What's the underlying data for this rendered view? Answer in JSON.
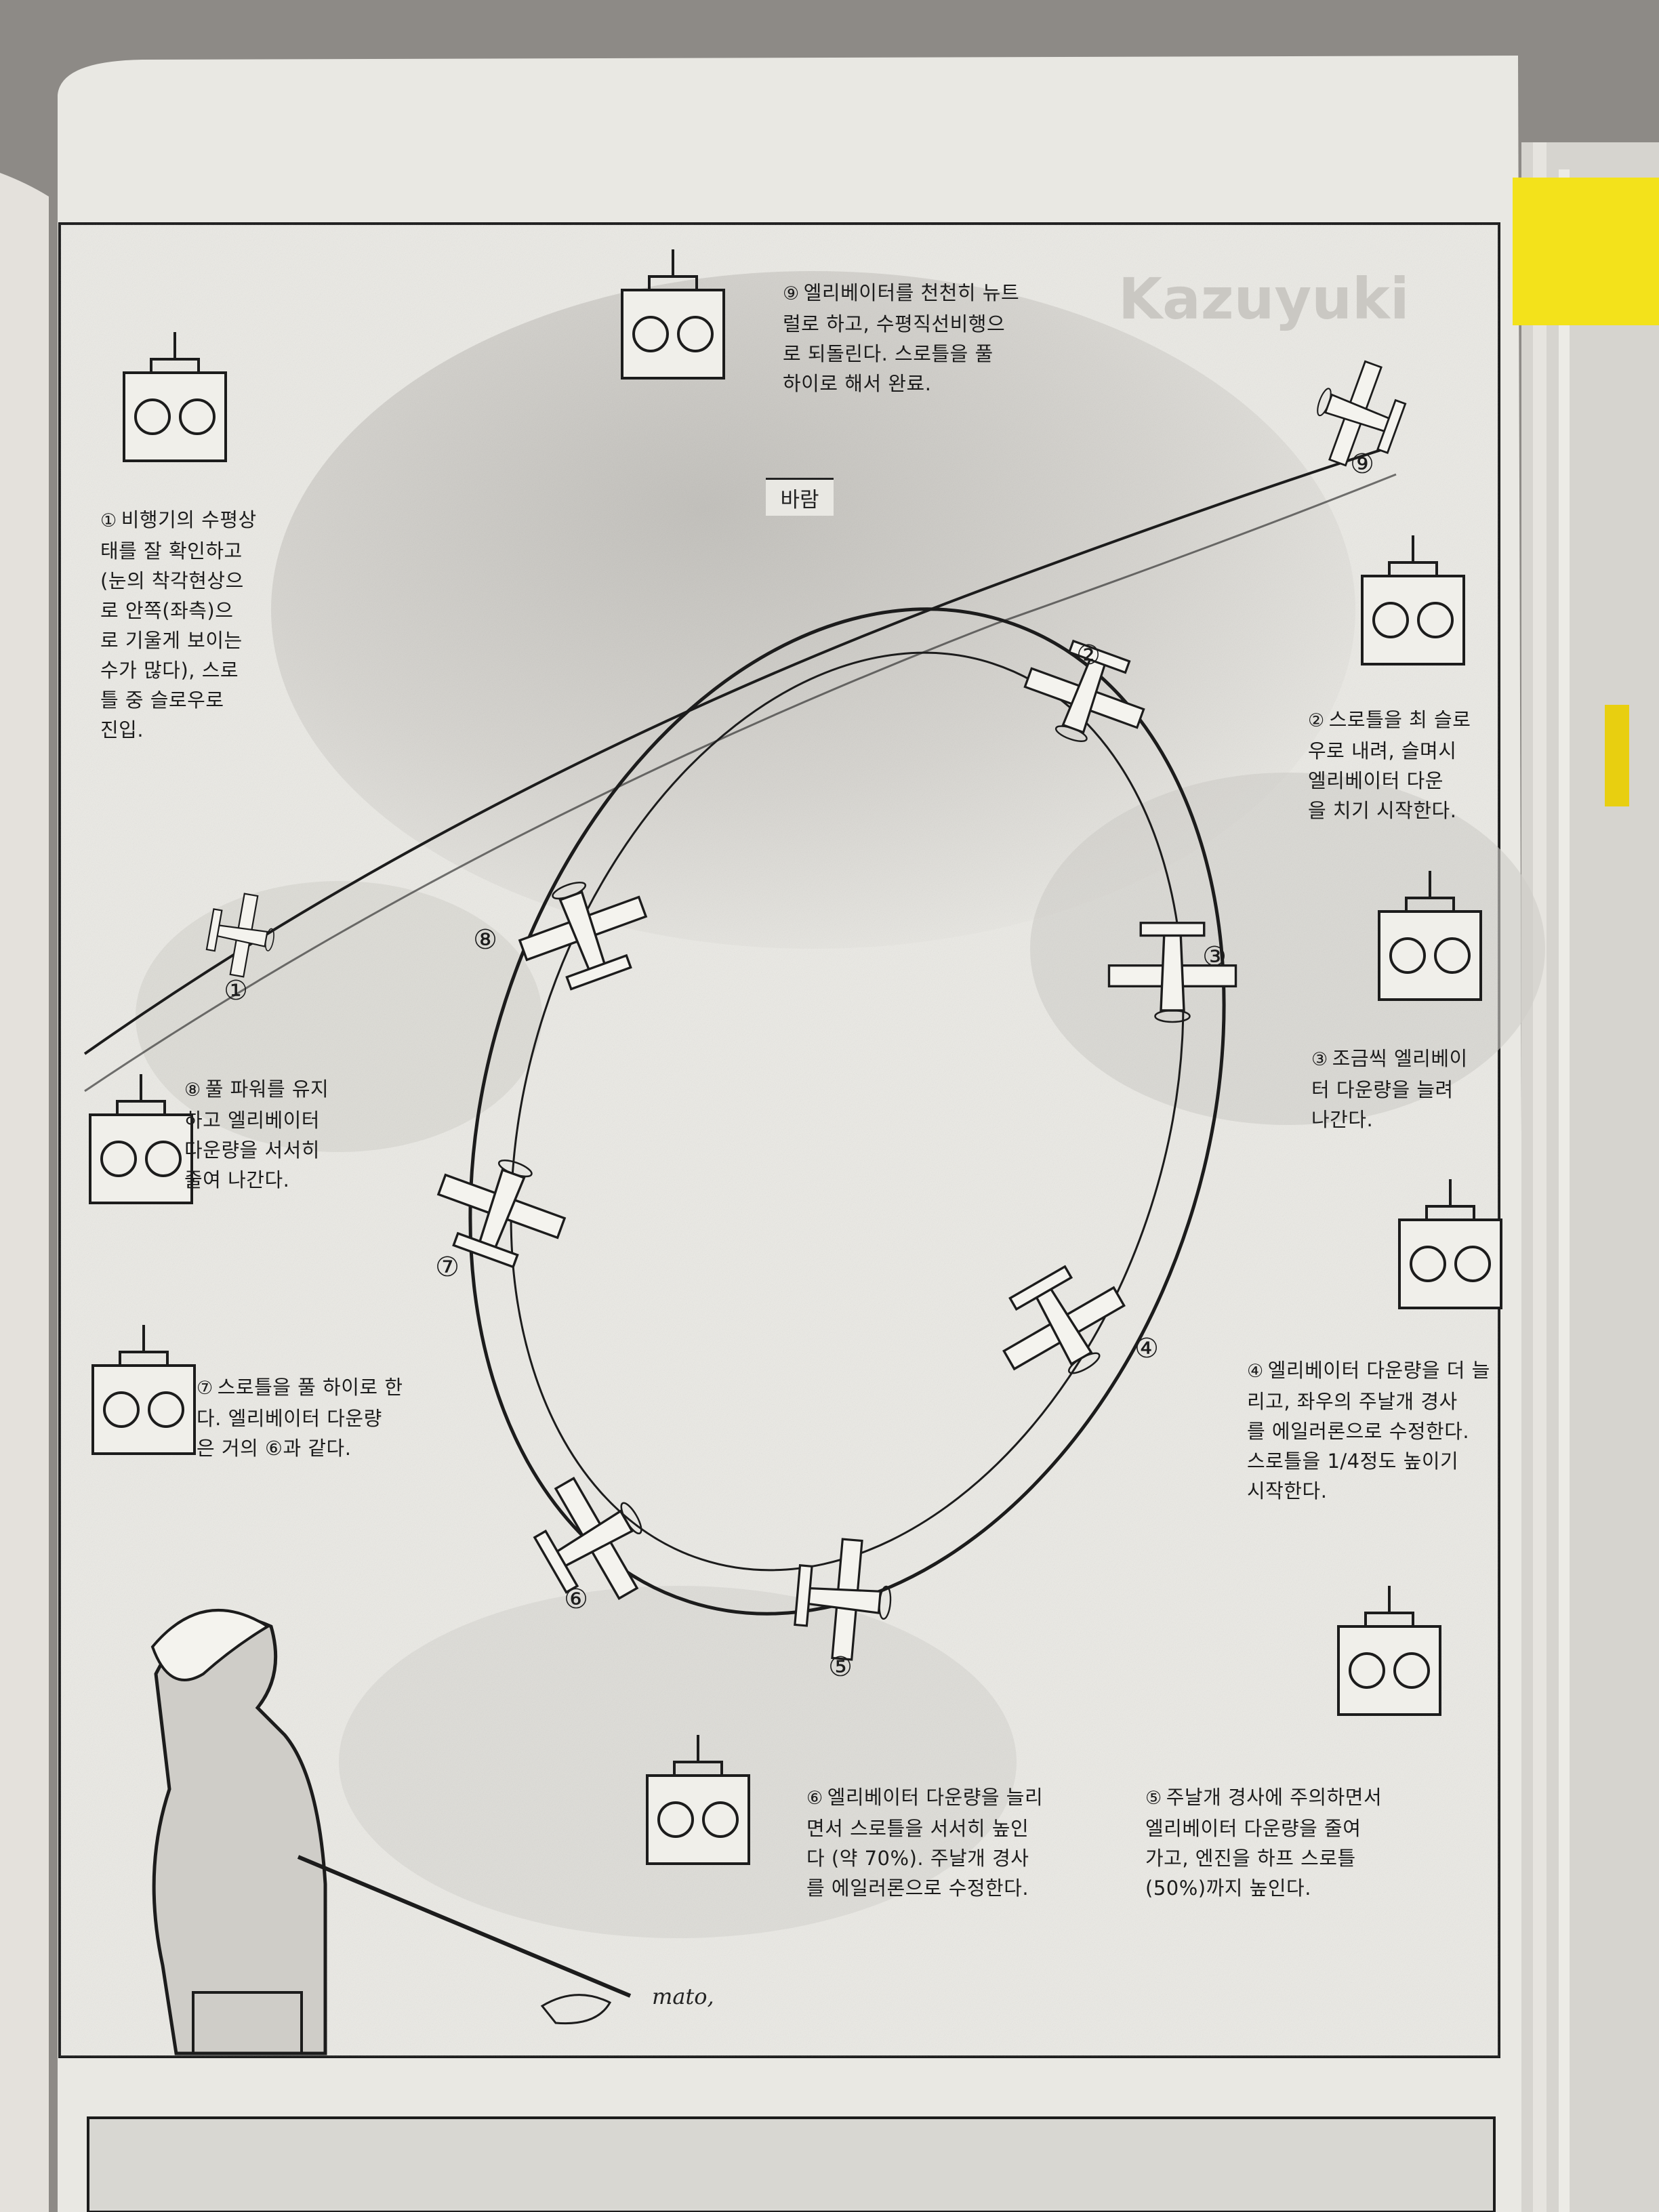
{
  "wind_label": "바람",
  "signature": "mato,",
  "steps": [
    {
      "num": "①",
      "text": "비행기의 수평상\n태를 잘 확인하고\n(눈의 착각현상으\n로 안쪽(좌측)으\n로 기울게 보이는\n수가 많다), 스로\n틀 중 슬로우로\n진입."
    },
    {
      "num": "②",
      "text": "스로틀을 최 슬로\n우로 내려, 슬며시\n엘리베이터 다운\n을 치기 시작한다."
    },
    {
      "num": "③",
      "text": "조금씩 엘리베이\n터 다운량을 늘려\n나간다."
    },
    {
      "num": "④",
      "text": "엘리베이터 다운량을 더 늘\n리고, 좌우의 주날개 경사\n를 에일러론으로 수정한다.\n스로틀을 1/4정도 높이기\n시작한다."
    },
    {
      "num": "⑤",
      "text": "주날개 경사에 주의하면서\n엘리베이터 다운량을 줄여\n가고, 엔진을 하프 스로틀\n(50%)까지 높인다."
    },
    {
      "num": "⑥",
      "text": "엘리베이터 다운량을 늘리\n면서 스로틀을 서서히 높인\n다 (약 70%). 주날개 경사\n를 에일러론으로 수정한다."
    },
    {
      "num": "⑦",
      "text": "스로틀을 풀 하이로 한\n다. 엘리베이터 다운량\n은 거의 ⑥과 같다."
    },
    {
      "num": "⑧",
      "text": "풀 파워를 유지\n하고 엘리베이터\n다운량을 서서히\n줄여 나간다."
    },
    {
      "num": "⑨",
      "text": "엘리베이터를 천천히 뉴트\n럴로 하고, 수평직선비행으\n로 되돌린다. 스로틀을 풀\n하이로 해서 완료."
    }
  ],
  "markers": [
    "①",
    "②",
    "③",
    "④",
    "⑤",
    "⑥",
    "⑦",
    "⑧",
    "⑨"
  ],
  "colors": {
    "page": "#e9e8e3",
    "ink": "#1c1c1c",
    "tab": "#f3e21b",
    "background": "#8d8a86"
  }
}
